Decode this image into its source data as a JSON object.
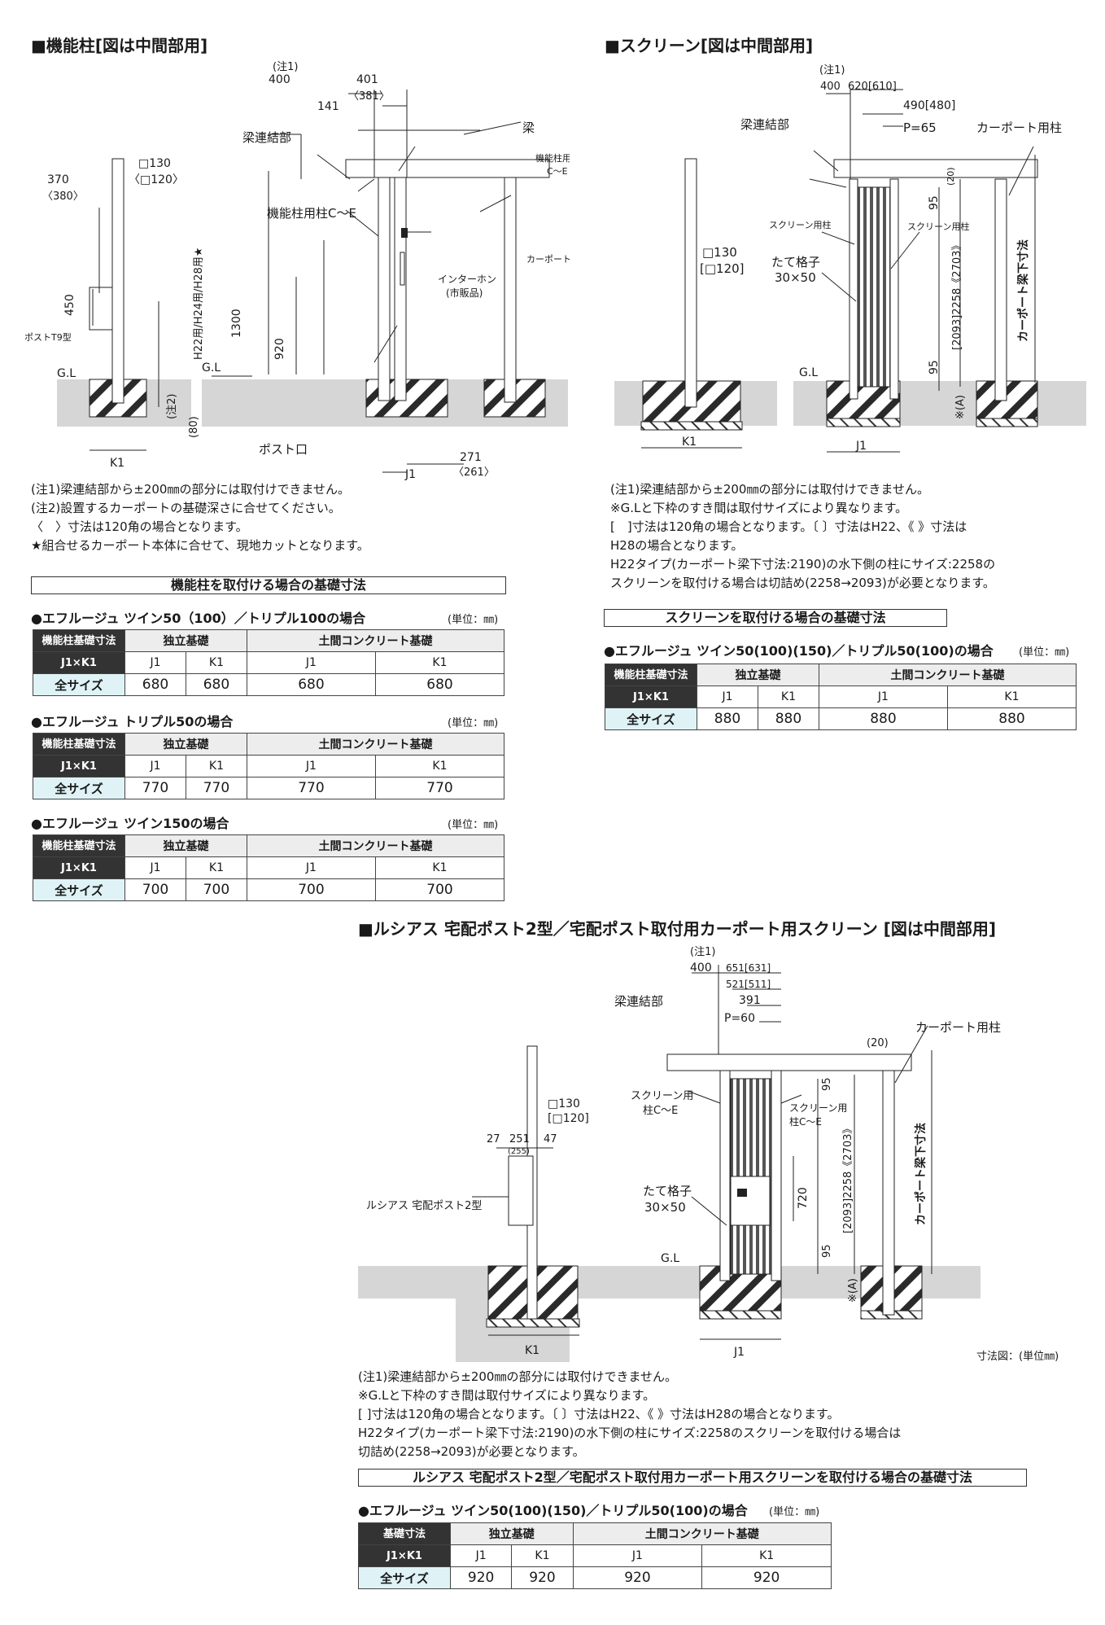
{
  "sections": {
    "kinou": {
      "title": "■機能柱[図は中間部用]",
      "dims": {
        "note1": "(注1)",
        "d400": "400",
        "d401": "401",
        "d381": "〈381〉",
        "d141": "141",
        "sq130": "□130",
        "sq120": "〈□120〉",
        "d370": "370",
        "d380": "〈380〉",
        "d450": "450",
        "d1300": "1300",
        "d920": "920",
        "d80": "(80)",
        "note2": "(注2)",
        "h22": "H22用/H24用/H28用★",
        "k1": "K1",
        "j1": "J1",
        "d271": "271",
        "d261": "〈261〉",
        "gl": "G.L"
      },
      "labels": {
        "hari_ketsugou": "梁連結部",
        "hari": "梁",
        "kinou_hashira": "機能柱用柱C〜E",
        "kinou_hashira2a": "機能柱用柱",
        "kinou_hashira2b": "C〜E",
        "carport_hashira": "カーポート用柱",
        "intercom": "インターホン",
        "shihanhin": "(市販品)",
        "post_guchi": "ポスト口",
        "post_t9": "ポストT9型"
      },
      "notes": [
        "(注1)梁連結部から±200㎜の部分には取付けできません。",
        "(注2)設置するカーポートの基礎深さに合せてください。",
        "〈　〉寸法は120角の場合となります。",
        "★組合せるカーポート本体に合せて、現地カットとなります。"
      ],
      "box_title": "機能柱を取付ける場合の基礎寸法",
      "tables": [
        {
          "caption": "●エフルージュ ツイン50（100）／トリプル100の場合",
          "unit": "(単位：㎜)",
          "header": "機能柱基礎寸法",
          "header2": "J1×K1",
          "group1": "独立基礎",
          "group2": "土間コンクリート基礎",
          "sub": [
            "J1",
            "K1",
            "J1",
            "K1"
          ],
          "row_label": "全サイズ",
          "values": [
            "680",
            "680",
            "680",
            "680"
          ]
        },
        {
          "caption": "●エフルージュ トリプル50の場合",
          "unit": "(単位：㎜)",
          "header": "機能柱基礎寸法",
          "header2": "J1×K1",
          "group1": "独立基礎",
          "group2": "土間コンクリート基礎",
          "sub": [
            "J1",
            "K1",
            "J1",
            "K1"
          ],
          "row_label": "全サイズ",
          "values": [
            "770",
            "770",
            "770",
            "770"
          ]
        },
        {
          "caption": "●エフルージュ ツイン150の場合",
          "unit": "(単位：㎜)",
          "header": "機能柱基礎寸法",
          "header2": "J1×K1",
          "group1": "独立基礎",
          "group2": "土間コンクリート基礎",
          "sub": [
            "J1",
            "K1",
            "J1",
            "K1"
          ],
          "row_label": "全サイズ",
          "values": [
            "700",
            "700",
            "700",
            "700"
          ]
        }
      ]
    },
    "screen": {
      "title": "■スクリーン[図は中間部用]",
      "dims": {
        "note1": "(注1)",
        "d400": "400",
        "d620": "620[610]",
        "d490": "490[480]",
        "p65": "P=65",
        "d20": "(20)",
        "d95a": "95",
        "d95b": "95",
        "sq130": "□130",
        "sq120": "[□120]",
        "d2258": "[2093]2258《2703》",
        "gl": "G.L",
        "k1": "K1",
        "j1": "J1",
        "a": "※(A)"
      },
      "labels": {
        "hari_ketsugou": "梁連結部",
        "carport_hashira": "カーポート用柱",
        "screen_hashira": "スクリーン用柱",
        "tate_koushi": "たて格子",
        "koushi_size": "30×50",
        "carport_hari": "カーポート梁下寸法"
      },
      "notes": [
        "(注1)梁連結部から±200㎜の部分には取付けできません。",
        "※G.Lと下枠のすき間は取付サイズにより異なります。",
        "[　]寸法は120角の場合となります。〔 〕寸法はH22、《 》寸法は",
        "H28の場合となります。",
        "H22タイプ(カーポート梁下寸法:2190)の水下側の柱にサイズ:2258の",
        "スクリーンを取付ける場合は切詰め(2258→2093)が必要となります。"
      ],
      "box_title": "スクリーンを取付ける場合の基礎寸法",
      "table": {
        "caption": "●エフルージュ ツイン50(100)(150)／トリプル50(100)の場合",
        "unit": "(単位：㎜)",
        "header": "機能柱基礎寸法",
        "header2": "J1×K1",
        "group1": "独立基礎",
        "group2": "土間コンクリート基礎",
        "sub": [
          "J1",
          "K1",
          "J1",
          "K1"
        ],
        "row_label": "全サイズ",
        "values": [
          "880",
          "880",
          "880",
          "880"
        ]
      }
    },
    "lucias": {
      "title": "■ルシアス 宅配ポスト2型／宅配ポスト取付用カーポート用スクリーン [図は中間部用]",
      "dims": {
        "note1": "(注1)",
        "d400": "400",
        "d651": "651[631]",
        "d521": "521[511]",
        "d391": "391",
        "p60": "P=60",
        "d20": "(20)",
        "d95a": "95",
        "d95b": "95",
        "sq130": "□130",
        "sq120": "[□120]",
        "d27": "27",
        "d251": "251",
        "d47": "47",
        "d255": "(255)",
        "d720": "720",
        "d2258": "[2093]2258《2703》",
        "gl": "G.L",
        "k1": "K1",
        "j1": "J1",
        "a": "※(A)"
      },
      "labels": {
        "hari_ketsugou": "梁連結部",
        "carport_hashira": "カーポート用柱",
        "screen_hashira_l1": "スクリーン用",
        "screen_hashira_l2": "柱C〜E",
        "screen_hashira_r1": "スクリーン用",
        "screen_hashira_r2": "柱C〜E",
        "tate_koushi": "たて格子",
        "koushi_size": "30×50",
        "post2": "ルシアス 宅配ポスト2型",
        "carport_hari": "カーポート梁下寸法",
        "sunpou_zu": "寸法図：(単位㎜)"
      },
      "notes": [
        "(注1)梁連結部から±200㎜の部分には取付けできません。",
        "※G.Lと下枠のすき間は取付サイズにより異なります。",
        "[ ]寸法は120角の場合となります。〔 〕寸法はH22、《 》寸法はH28の場合となります。",
        "H22タイプ(カーポート梁下寸法:2190)の水下側の柱にサイズ:2258のスクリーンを取付ける場合は",
        "切詰め(2258→2093)が必要となります。"
      ],
      "box_title": "ルシアス 宅配ポスト2型／宅配ポスト取付用カーポート用スクリーンを取付ける場合の基礎寸法",
      "table": {
        "caption": "●エフルージュ ツイン50(100)(150)／トリプル50(100)の場合",
        "unit": "(単位：㎜)",
        "header": "基礎寸法",
        "header2": "J1×K1",
        "group1": "独立基礎",
        "group2": "土間コンクリート基礎",
        "sub": [
          "J1",
          "K1",
          "J1",
          "K1"
        ],
        "row_label": "全サイズ",
        "values": [
          "920",
          "920",
          "920",
          "920"
        ]
      }
    }
  }
}
